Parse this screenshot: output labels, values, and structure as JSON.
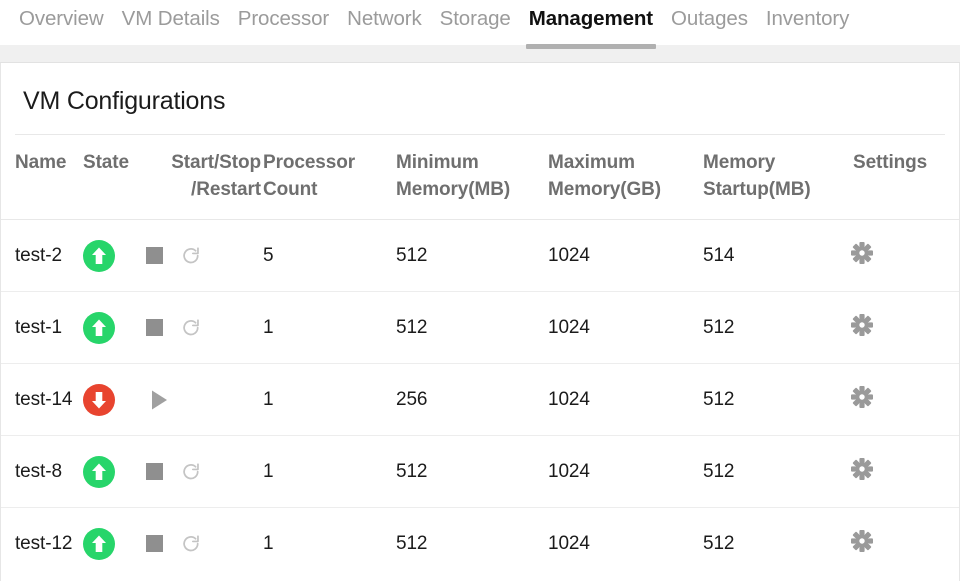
{
  "tabs": [
    {
      "label": "Overview",
      "active": false
    },
    {
      "label": "VM Details",
      "active": false
    },
    {
      "label": "Processor",
      "active": false
    },
    {
      "label": "Network",
      "active": false
    },
    {
      "label": "Storage",
      "active": false
    },
    {
      "label": "Management",
      "active": true
    },
    {
      "label": "Outages",
      "active": false
    },
    {
      "label": "Inventory",
      "active": false
    }
  ],
  "card": {
    "title": "VM Configurations"
  },
  "table": {
    "headers": {
      "name": "Name",
      "state": "State",
      "actions_line1": "Start/Stop",
      "actions_line2": "/Restart",
      "processor_count": "Processor Count",
      "minimum_memory": "Minimum Memory(MB)",
      "maximum_memory": "Maximum Memory(GB)",
      "memory_startup": "Memory Startup(MB)",
      "settings": "Settings"
    },
    "rows": [
      {
        "name": "test-2",
        "state": "running",
        "actions": [
          "stop",
          "restart"
        ],
        "processor_count": "5",
        "minimum_memory": "512",
        "maximum_memory": "1024",
        "memory_startup": "514",
        "settings_icon": "gear-icon"
      },
      {
        "name": "test-1",
        "state": "running",
        "actions": [
          "stop",
          "restart"
        ],
        "processor_count": "1",
        "minimum_memory": "512",
        "maximum_memory": "1024",
        "memory_startup": "512",
        "settings_icon": "gear-icon"
      },
      {
        "name": "test-14",
        "state": "stopped",
        "actions": [
          "start"
        ],
        "processor_count": "1",
        "minimum_memory": "256",
        "maximum_memory": "1024",
        "memory_startup": "512",
        "settings_icon": "gear-icon"
      },
      {
        "name": "test-8",
        "state": "running",
        "actions": [
          "stop",
          "restart"
        ],
        "processor_count": "1",
        "minimum_memory": "512",
        "maximum_memory": "1024",
        "memory_startup": "512",
        "settings_icon": "gear-icon"
      },
      {
        "name": "test-12",
        "state": "running",
        "actions": [
          "stop",
          "restart"
        ],
        "processor_count": "1",
        "minimum_memory": "512",
        "maximum_memory": "1024",
        "memory_startup": "512",
        "settings_icon": "gear-icon"
      }
    ]
  },
  "colors": {
    "state_running": "#27d56a",
    "state_stopped": "#e8442f",
    "icon_gray": "#8f8f8f",
    "icon_gray_light": "#c4c4c4",
    "active_tab_underline": "#b0b0b0",
    "header_text": "#6f6f6f",
    "inactive_tab_text": "#9b9b9b"
  }
}
